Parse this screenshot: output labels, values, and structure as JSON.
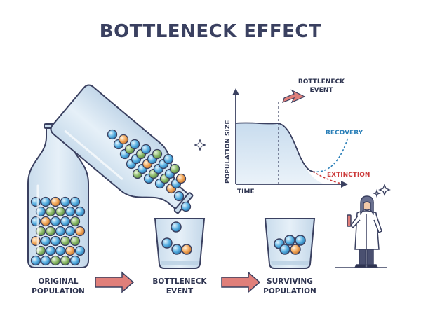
{
  "title": "BOTTLENECK EFFECT",
  "stages": [
    {
      "line1": "ORIGINAL",
      "line2": "POPULATION"
    },
    {
      "line1": "BOTTLENECK",
      "line2": "EVENT"
    },
    {
      "line1": "SURVIVING",
      "line2": "POPULATION"
    }
  ],
  "chart": {
    "event_label_line1": "BOTTLENECK",
    "event_label_line2": "EVENT",
    "y_axis_label": "POPULATION SIZE",
    "x_axis_label": "TIME",
    "recovery_label": "RECOVERY",
    "extinction_label": "EXTINCTION"
  },
  "colors": {
    "outline": "#3a4060",
    "glass": "#d9e7f3",
    "ball_blue": "#5ab1e3",
    "ball_green": "#8cba6a",
    "ball_orange": "#f3a85a",
    "recovery": "#2a7fb8",
    "extinction": "#cc3a3a",
    "arrow": "#e07f7a"
  }
}
